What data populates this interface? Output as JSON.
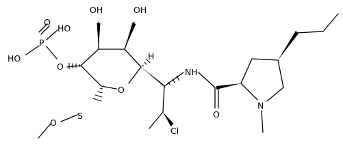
{
  "labels": {
    "ho_phos_top": "HO",
    "p": "P",
    "o_phos_double": "O",
    "ho_phos_left": "HO",
    "o_ester": "O",
    "oh_c4": "OH",
    "oh_c3": "OH",
    "h_c5": "H",
    "o_ring": "O",
    "s": "S",
    "o_methoxy": "O",
    "nh": "NH",
    "cl": "Cl",
    "o_amide": "O",
    "n_pyrrolidine": "N"
  }
}
